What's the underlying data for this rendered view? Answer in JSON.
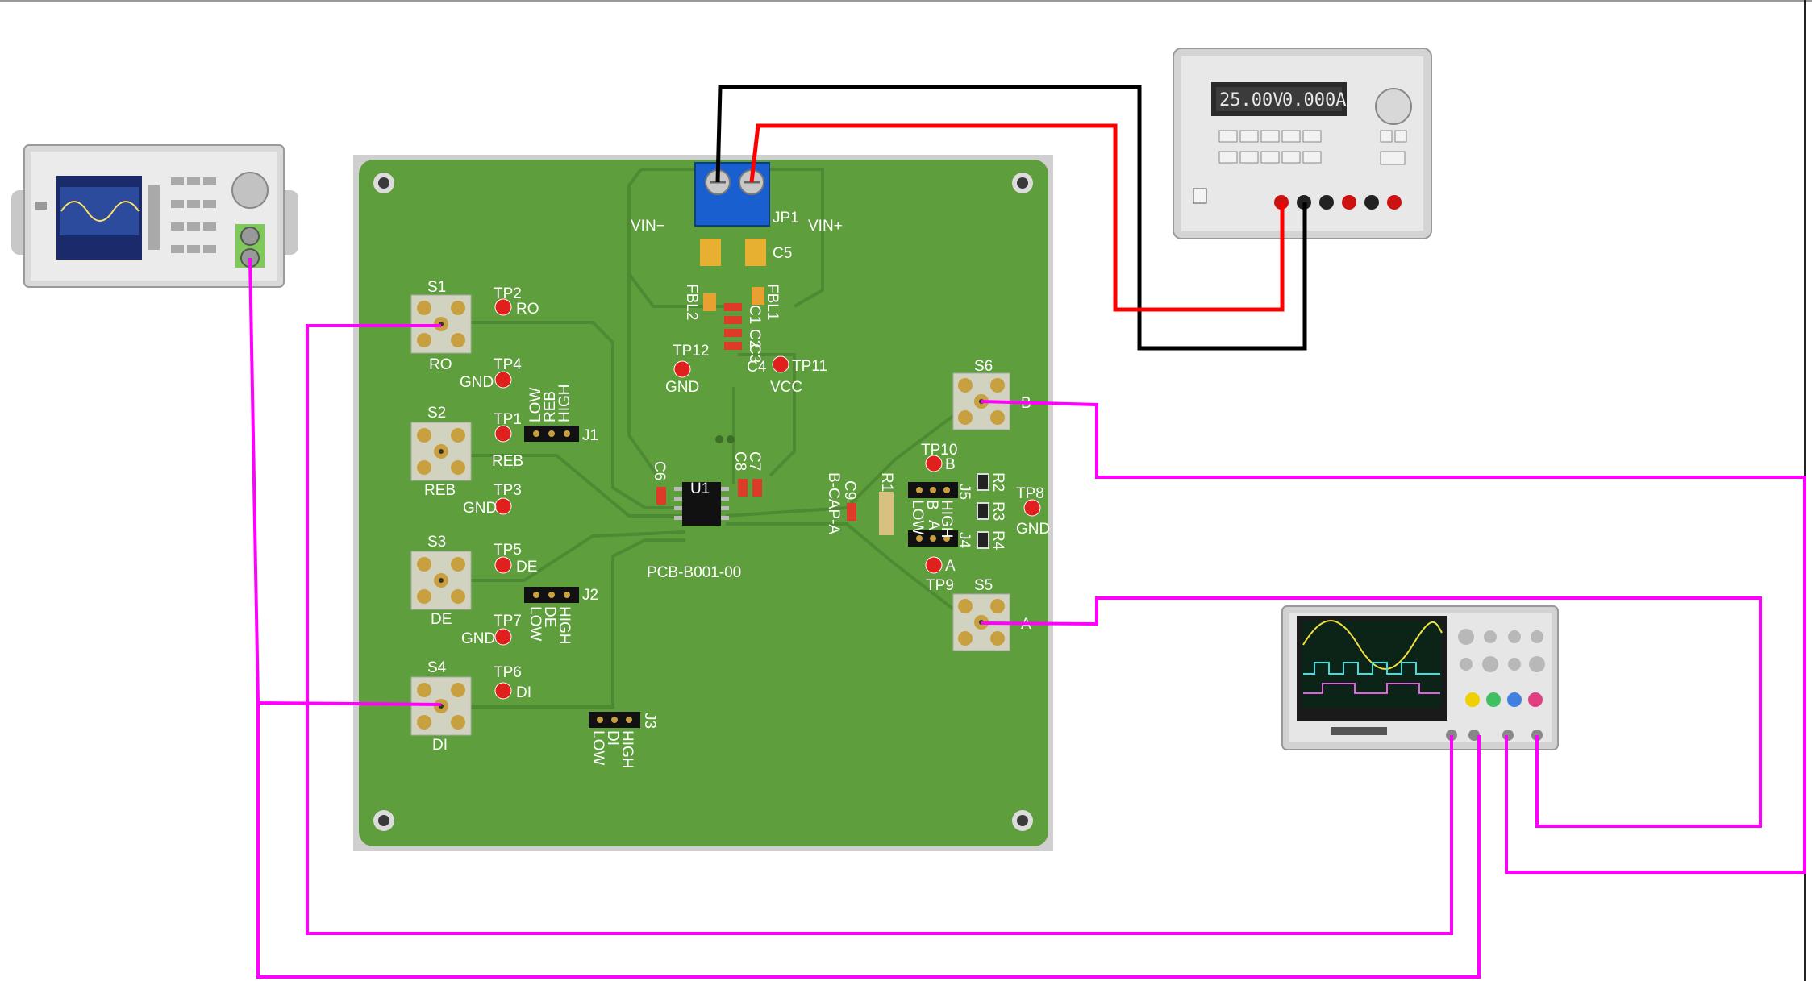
{
  "colors": {
    "pcb_green": "#5f9e3c",
    "pcb_trace": "#4d8a33",
    "wire_signal": "#ff00ff",
    "wire_positive": "#ff0000",
    "wire_negative": "#000000",
    "terminal_blue": "#1a5fd0",
    "testpoint_red": "#e0201c",
    "pad_gold": "#c8a040"
  },
  "icons": {
    "function_generator": "function-generator-icon",
    "power_supply": "dc-power-supply-icon",
    "oscilloscope": "oscilloscope-icon"
  },
  "pcb": {
    "part_number": "PCB-B001-00",
    "power_labels": {
      "vin_minus": "VIN−",
      "vin_plus": "VIN+",
      "connector": "JP1"
    },
    "sma": {
      "s1": "S1",
      "s1_net": "RO",
      "s2": "S2",
      "s2_net": "REB",
      "s3": "S3",
      "s3_net": "DE",
      "s4": "S4",
      "s4_net": "DI",
      "s5": "S5",
      "s5_net": "A",
      "s6": "S6",
      "s6_net": "B"
    },
    "testpoints": {
      "tp1": "TP1",
      "tp2": "TP2",
      "tp3": "TP3",
      "tp4": "TP4",
      "tp5": "TP5",
      "tp6": "TP6",
      "tp7": "TP7",
      "tp8": "TP8",
      "tp9": "TP9",
      "tp10": "TP10",
      "tp11": "TP11",
      "tp12": "TP12"
    },
    "nets": {
      "ro": "RO",
      "reb": "REB",
      "de": "DE",
      "di": "DI",
      "a": "A",
      "b": "B",
      "gnd": "GND",
      "vcc": "VCC"
    },
    "components": {
      "c1": "C1",
      "c2": "C2",
      "c3": "C3",
      "c4": "C4",
      "c5": "C5",
      "c6": "C6",
      "c7": "C7",
      "c8": "C8",
      "c9": "C9",
      "fbl1": "FBL1",
      "fbl2": "FBL2",
      "u1": "U1",
      "r1": "R1",
      "r2": "R2",
      "r3": "R3",
      "r4": "R4",
      "j1": "J1",
      "j2": "J2",
      "j3": "J3",
      "j4": "J4",
      "j5": "J5"
    },
    "jumper_labels": {
      "high": "HIGH",
      "low": "LOW",
      "reb": "REB",
      "de": "DE",
      "di": "DI",
      "b": "B",
      "a": "A"
    },
    "bcap": "B-CAP-A"
  },
  "power_supply": {
    "display_voltage": "25.00V",
    "display_current": "0.000A"
  }
}
